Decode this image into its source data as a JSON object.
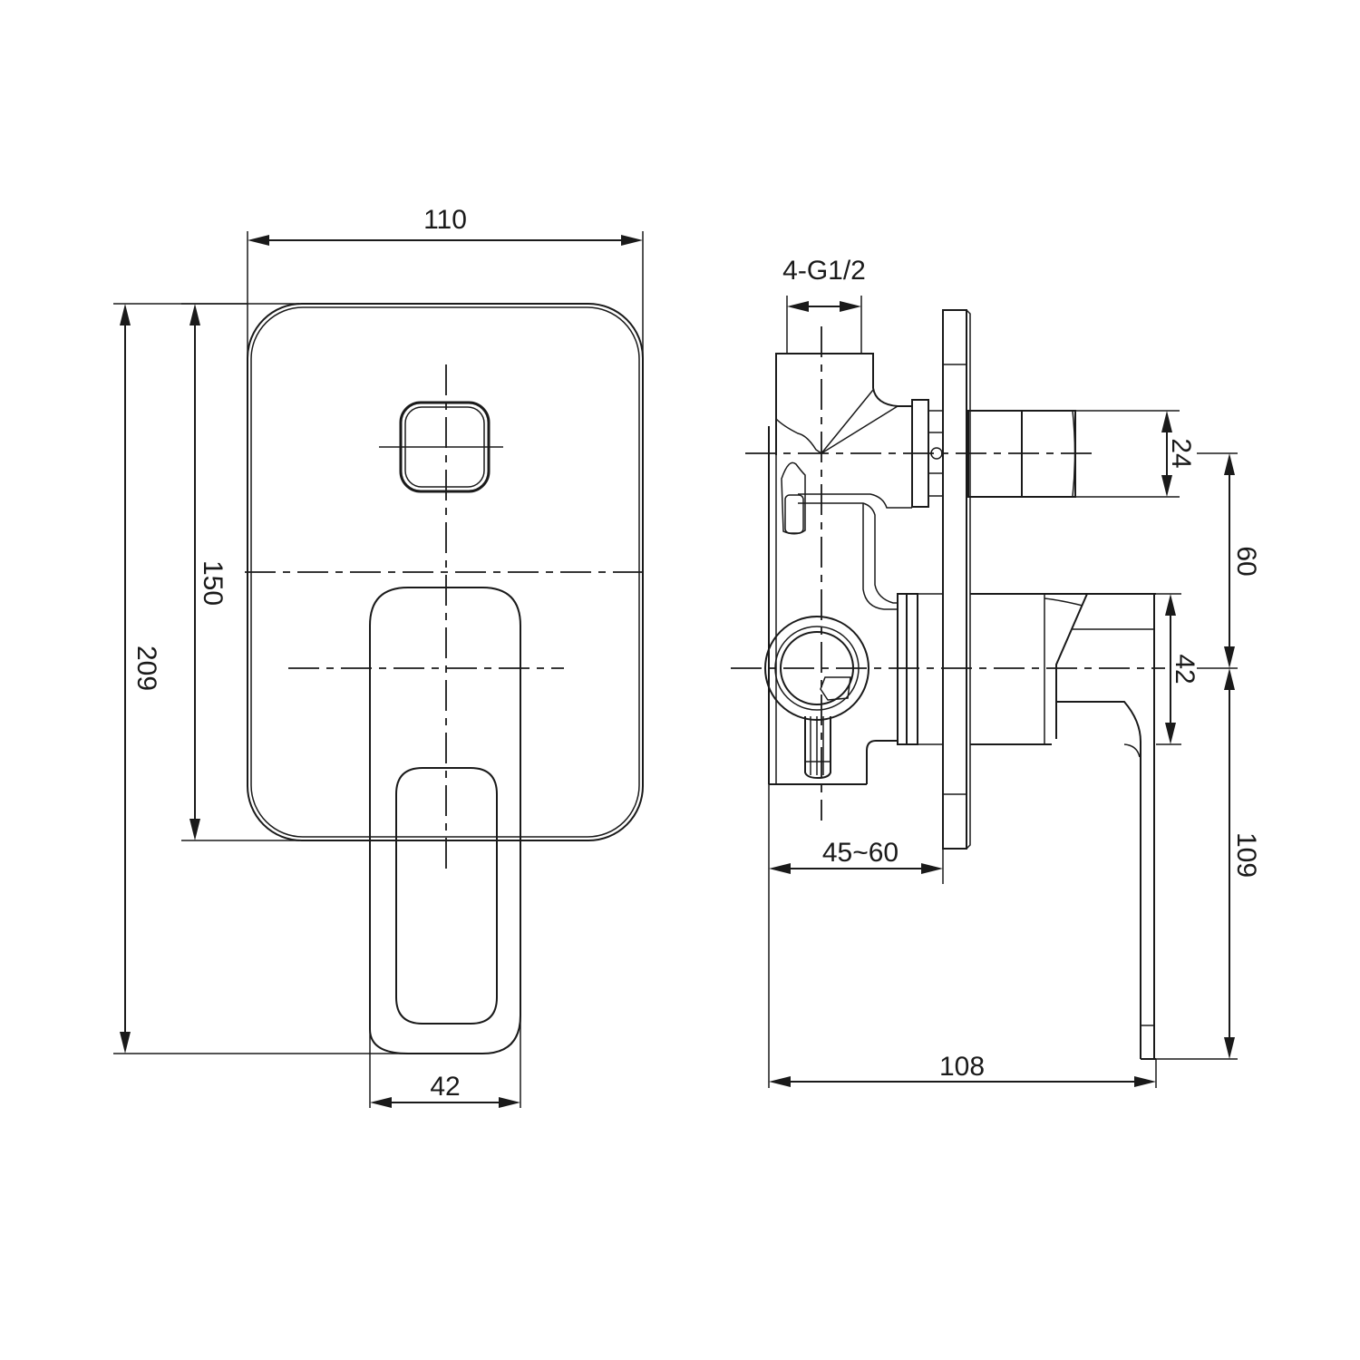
{
  "drawing": {
    "type": "technical-drawing",
    "subject": "concealed shower mixer with diverter",
    "line_color": "#1a1a1a",
    "background": "#ffffff",
    "front_view": {
      "dimensions": {
        "plate_width": "110",
        "plate_height": "150",
        "overall_height": "209",
        "handle_width": "42"
      }
    },
    "side_view": {
      "dimensions": {
        "connection": "4-G1/2",
        "wall_depth": "45~60",
        "overall_depth": "108",
        "diverter_diameter": "24",
        "axis_spacing": "60",
        "handle_base": "42",
        "handle_drop": "109"
      }
    }
  }
}
